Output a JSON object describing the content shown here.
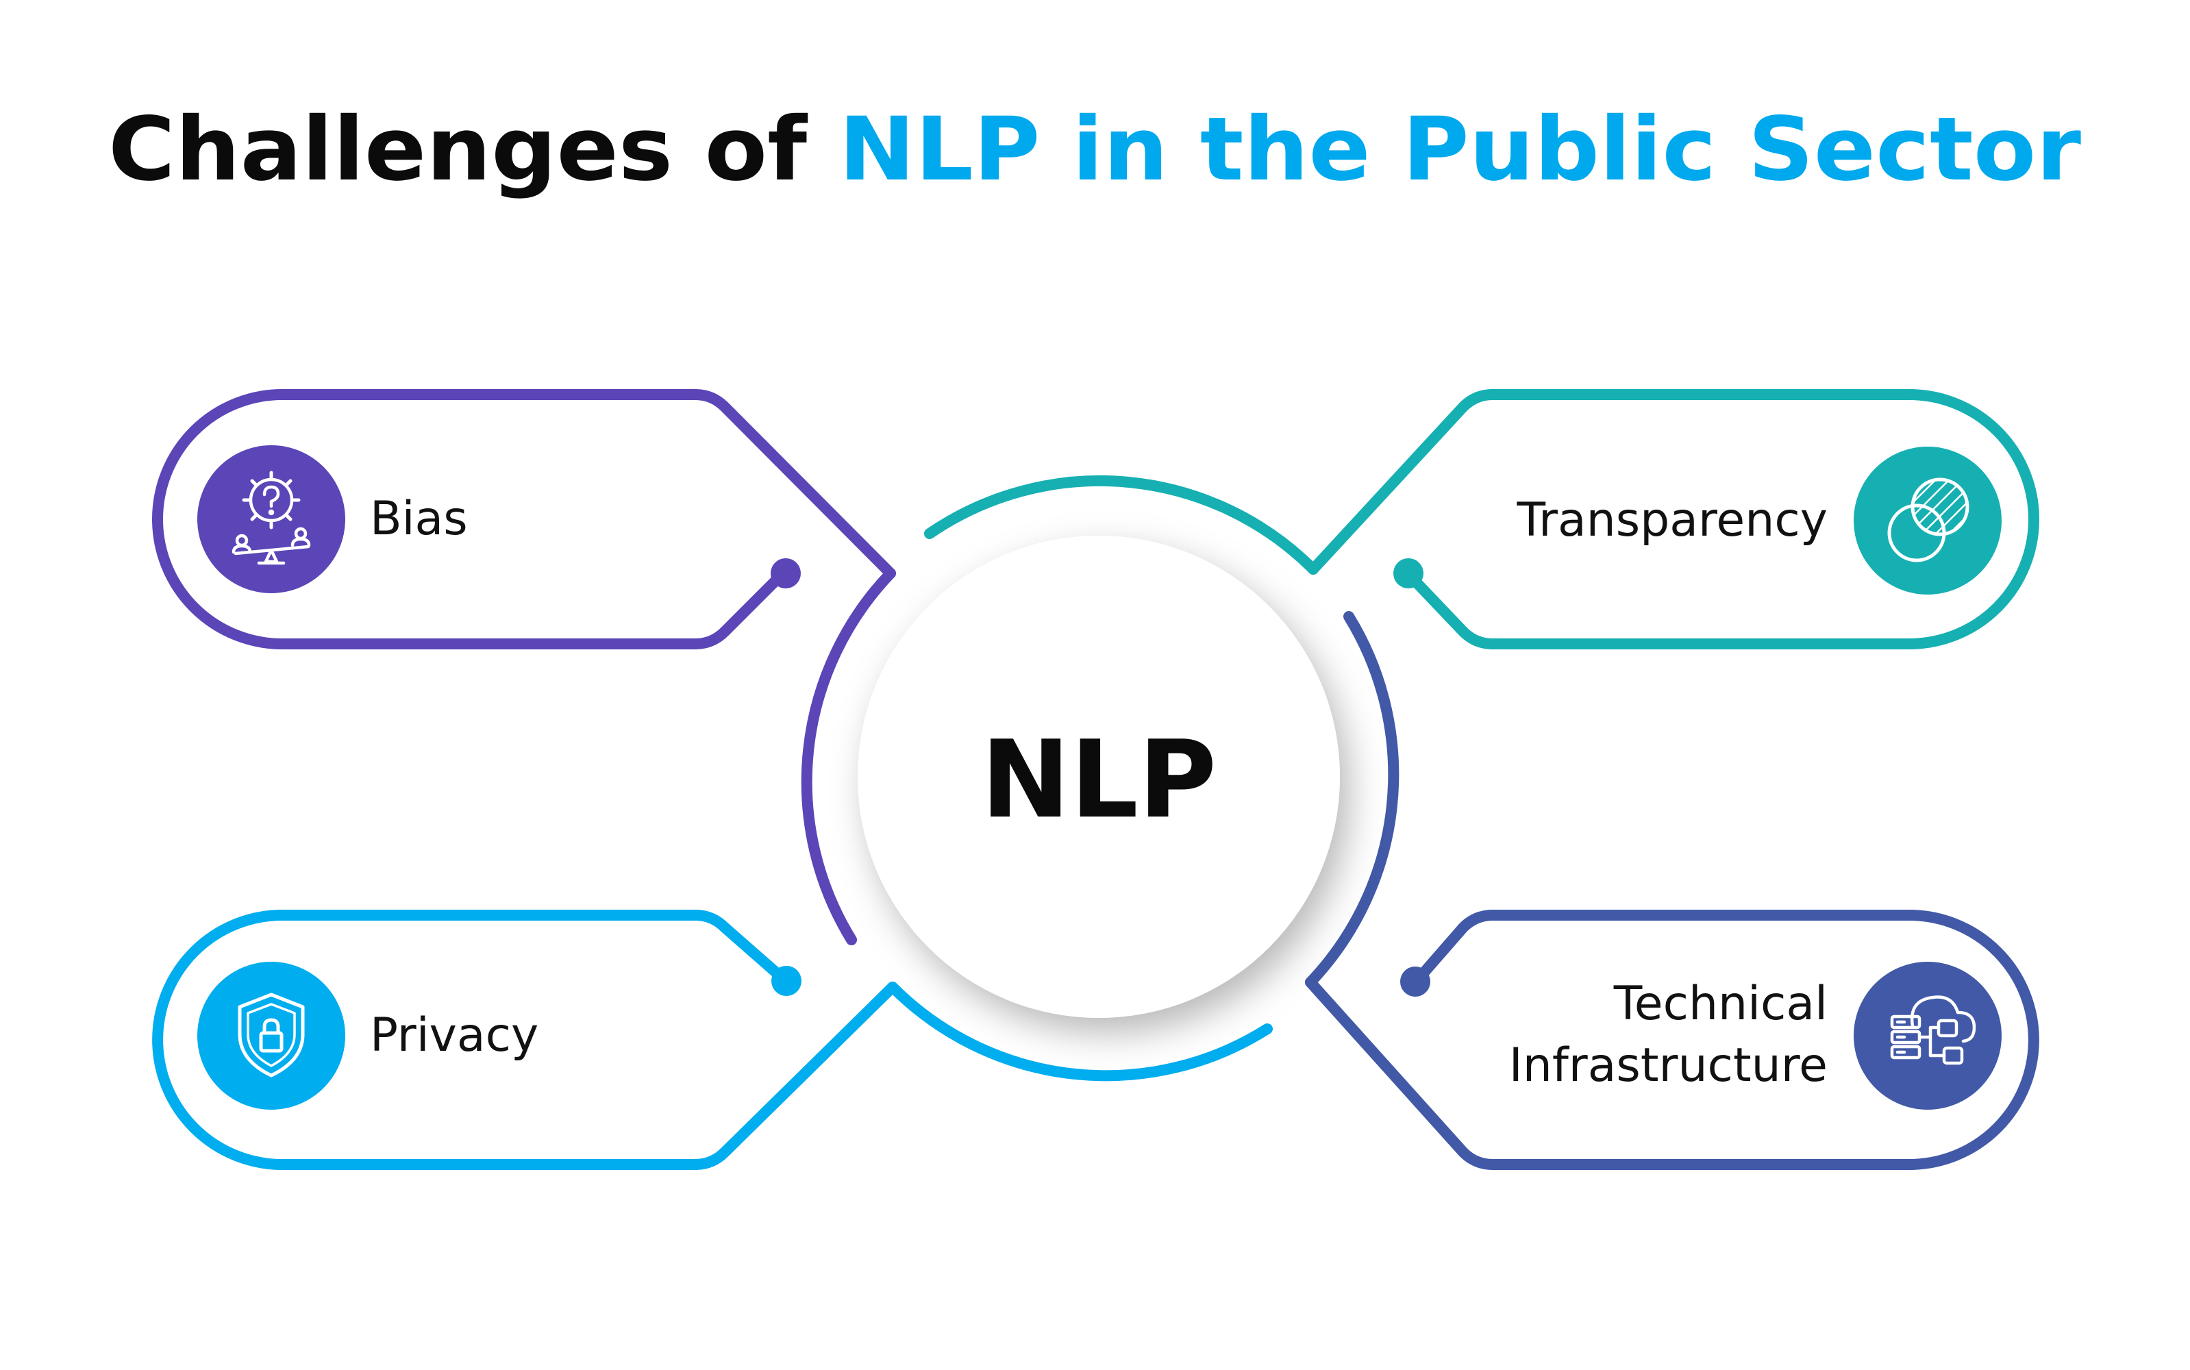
{
  "title": {
    "part1": "Challenges of ",
    "part2": "NLP in the Public Sector"
  },
  "center": {
    "label": "NLP"
  },
  "items": [
    {
      "key": "bias",
      "label": "Bias",
      "icon": "balance-scale-icon"
    },
    {
      "key": "transparency",
      "label": "Transparency",
      "icon": "overlapping-circles-icon"
    },
    {
      "key": "privacy",
      "label": "Privacy",
      "icon": "shield-lock-icon"
    },
    {
      "key": "technical",
      "label_line1": "Technical",
      "label_line2": "Infrastructure",
      "icon": "cloud-server-icon"
    }
  ],
  "colors": {
    "title_dark": "#0b0b0b",
    "title_accent": "#00a9ee",
    "bias": "#5b45b7",
    "transparency": "#16b0b2",
    "privacy": "#00adef",
    "technical": "#4159a6",
    "text": "#111111"
  }
}
